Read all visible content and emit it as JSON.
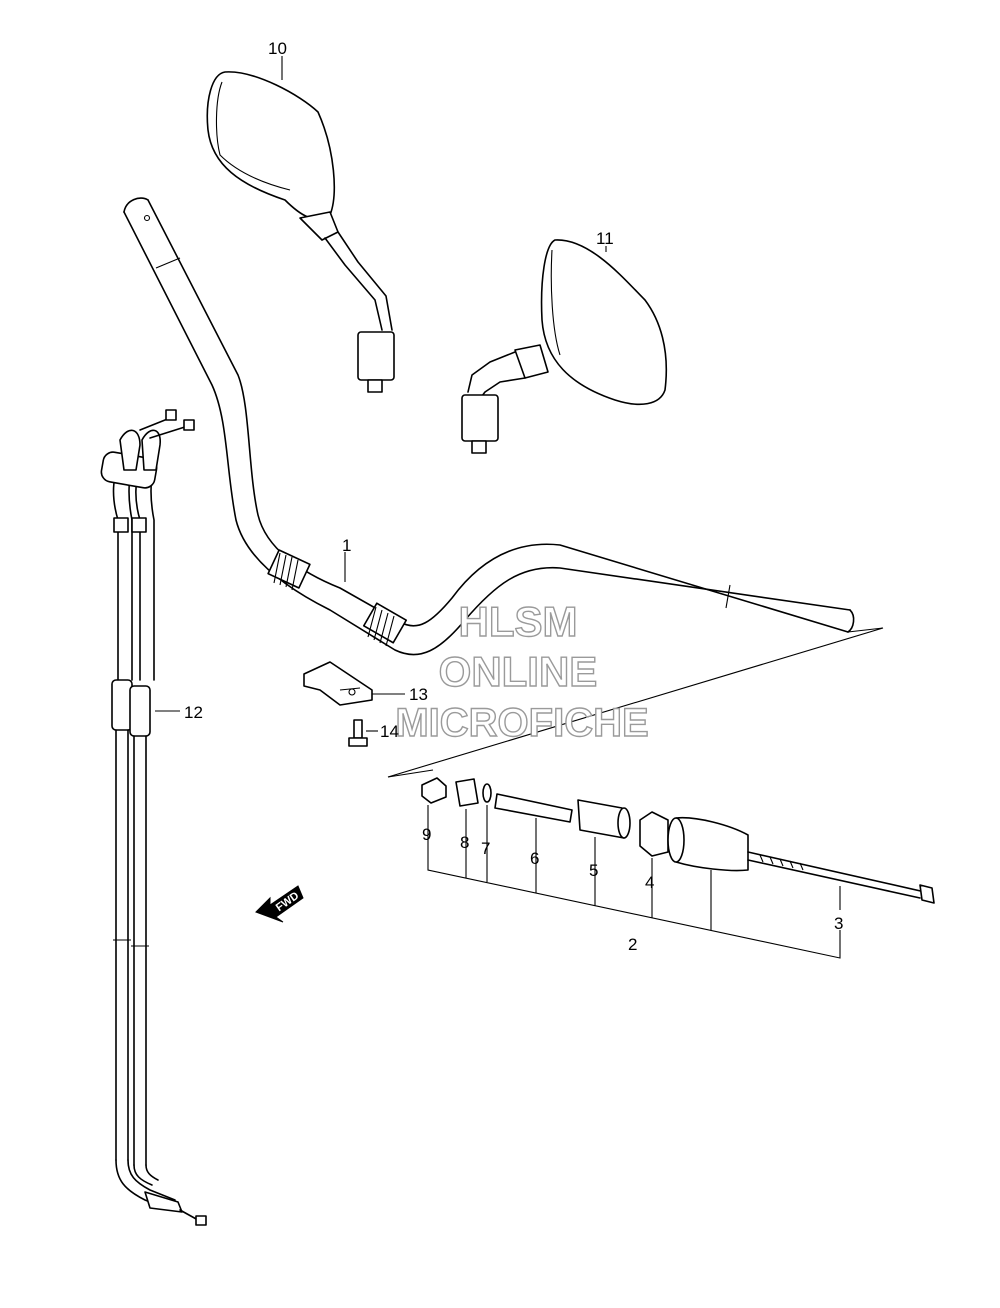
{
  "diagram": {
    "callouts": [
      {
        "id": "1",
        "label": "1"
      },
      {
        "id": "2",
        "label": "2"
      },
      {
        "id": "3",
        "label": "3"
      },
      {
        "id": "4",
        "label": "4"
      },
      {
        "id": "5",
        "label": "5"
      },
      {
        "id": "6",
        "label": "6"
      },
      {
        "id": "7",
        "label": "7"
      },
      {
        "id": "8",
        "label": "8"
      },
      {
        "id": "9",
        "label": "9"
      },
      {
        "id": "10",
        "label": "10"
      },
      {
        "id": "11",
        "label": "11"
      },
      {
        "id": "12",
        "label": "12"
      },
      {
        "id": "13",
        "label": "13"
      },
      {
        "id": "14",
        "label": "14"
      }
    ],
    "direction_arrow": "FWD",
    "watermark": {
      "line1": "HLSM",
      "line2": "ONLINE",
      "line3": "MICROFICHE"
    }
  }
}
